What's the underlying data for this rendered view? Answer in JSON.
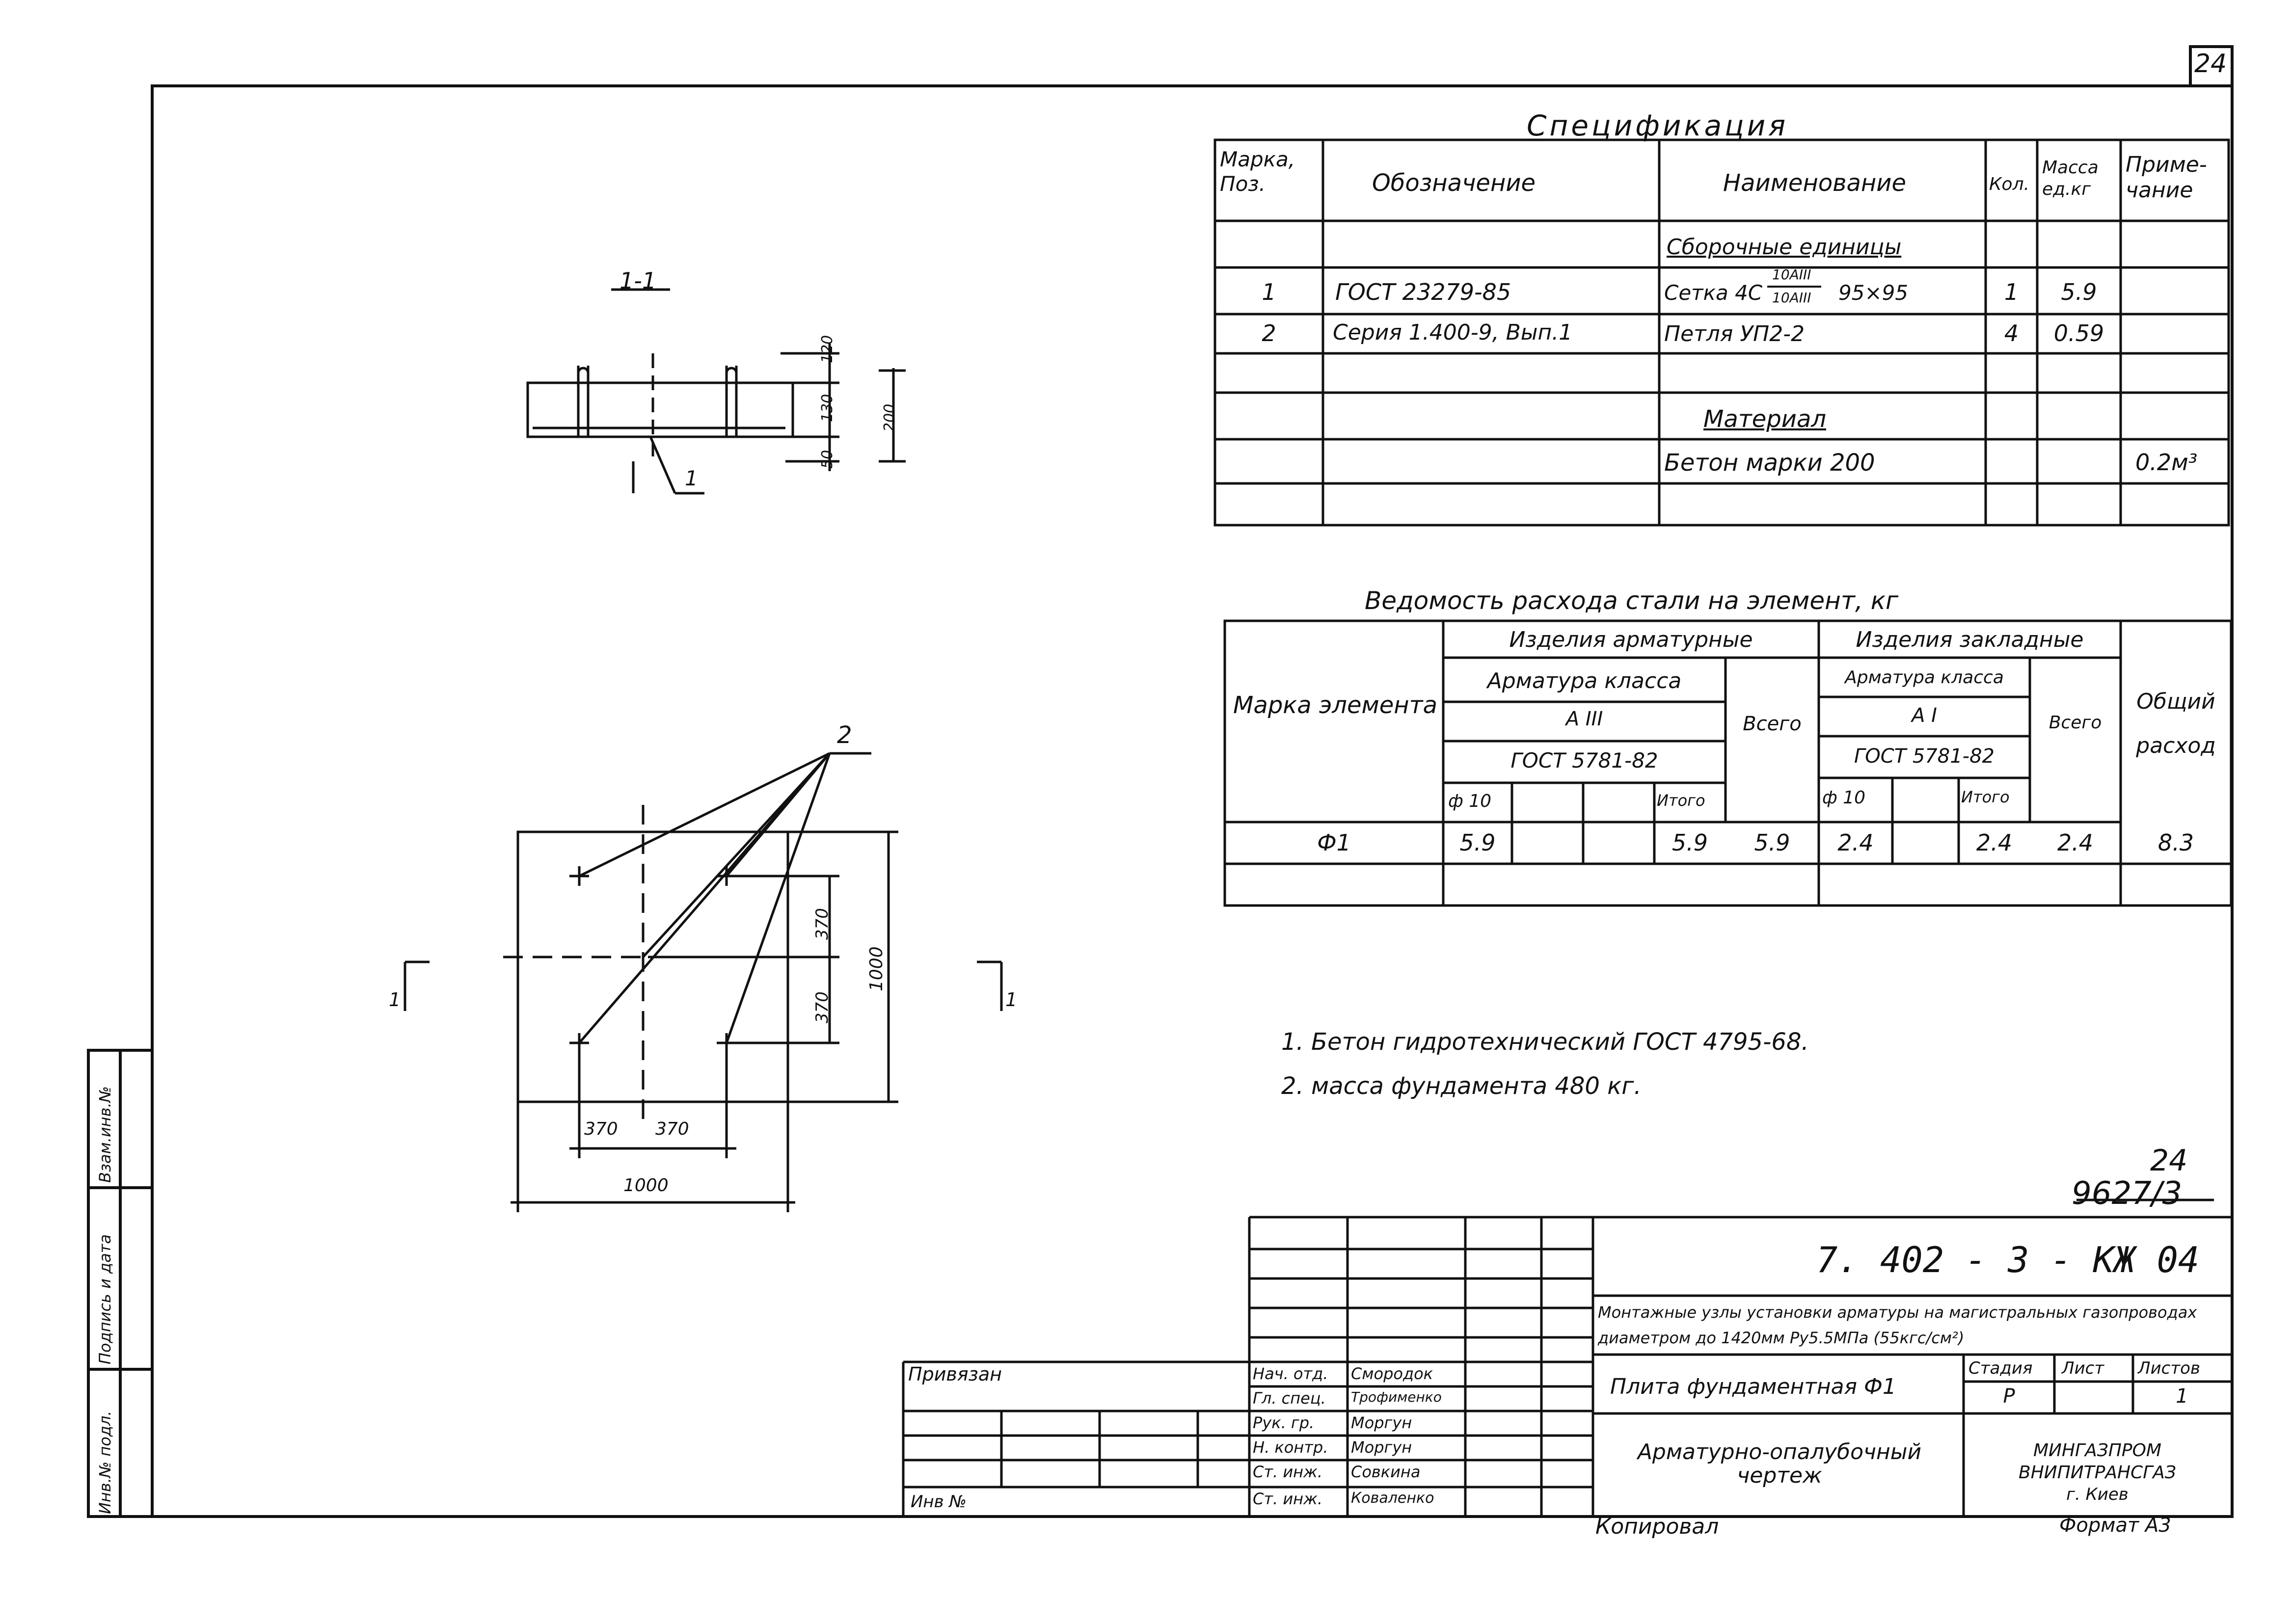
{
  "sheet": {
    "number": "24"
  },
  "spec": {
    "title": "Спецификация",
    "headers": {
      "mark": "Марка, Поз.",
      "designation": "Обозначение",
      "name": "Наименование",
      "qty": "Кол.",
      "mass": "Масса ед.кг",
      "note": "Приме- чание"
    },
    "section_assembly": "Сборочные единицы",
    "rows": [
      {
        "pos": "1",
        "designation": "ГОСТ 23279-85",
        "name": "Сетка 4С",
        "frac_top": "10АIII",
        "frac_bottom": "10АIII",
        "size": "95×95",
        "qty": "1",
        "mass": "5.9",
        "note": ""
      },
      {
        "pos": "2",
        "designation": "Серия 1.400-9, Вып.1",
        "name": "Петля УП2-2",
        "frac_top": "",
        "frac_bottom": "",
        "size": "",
        "qty": "4",
        "mass": "0.59",
        "note": ""
      }
    ],
    "section_material": "Материал",
    "material": {
      "name": "Бетон марки 200",
      "note": "0.2м³"
    }
  },
  "steel": {
    "title": "Ведомость расхода стали на элемент, кг",
    "mark_label": "Марка элемента",
    "group1": "Изделия арматурные",
    "group2": "Изделия закладные",
    "class_label": "Арматура класса",
    "class1": "А III",
    "class2": "А I",
    "gost": "ГОСТ 5781-82",
    "total": "Всего",
    "total2": "Всего",
    "general": "Общий расход",
    "phi": "ф 10",
    "itogo": "Итого",
    "row": {
      "mark": "Ф1",
      "a1": "5.9",
      "a_itogo": "5.9",
      "a_total": "5.9",
      "b1": "2.4",
      "b_itogo": "2.4",
      "b_total": "2.4",
      "general": "8.3"
    }
  },
  "notes": [
    "1.  Бетон гидротехнический  ГОСТ 4795-68.",
    "2.  масса  фундамента  480 кг."
  ],
  "drawing": {
    "section_label": "1-1",
    "leader1": "1",
    "leader2": "2",
    "dims_section": [
      "120",
      "130",
      "200",
      "50"
    ],
    "dims_plan": [
      "370",
      "370",
      "1000",
      "370",
      "370",
      "1000"
    ],
    "cut_left": "1",
    "cut_right": "1"
  },
  "stamp": {
    "sheet_code_top": "24",
    "sheet_code": "9627/3",
    "doc_code": "7. 402 - 3 -   КЖ 04",
    "project_title": "Монтажные узлы установки арматуры на магистральных газопроводах диаметром до 1420мм Ру5.5МПа (55кгс/см²)",
    "object_title": "Плита фундаментная Ф1",
    "drawing_title": "Арматурно-опалубочный чертеж",
    "stage_label": "Стадия",
    "sheet_label": "Лист",
    "sheets_label": "Листов",
    "stage": "Р",
    "sheets": "1",
    "org": [
      "МИНГАЗПРОМ",
      "ВНИПИТРАНСГАЗ",
      "г. Киев"
    ],
    "privyazan": "Привязан",
    "inv": "Инв №",
    "roles": [
      {
        "role": "Нач. отд.",
        "name": "Смородок"
      },
      {
        "role": "Гл. спец.",
        "name": "Трофименко"
      },
      {
        "role": "Рук. гр.",
        "name": "Моргун"
      },
      {
        "role": "Н. контр.",
        "name": "Моргун"
      },
      {
        "role": "Ст. инж.",
        "name": "Совкина"
      },
      {
        "role": "Ст. инж.",
        "name": "Коваленко"
      }
    ],
    "copied": "Копировал",
    "format": "Формат А3",
    "side_labels": [
      "Инв.№ подл.",
      "Подпись и дата",
      "Взам.инв.№"
    ]
  }
}
